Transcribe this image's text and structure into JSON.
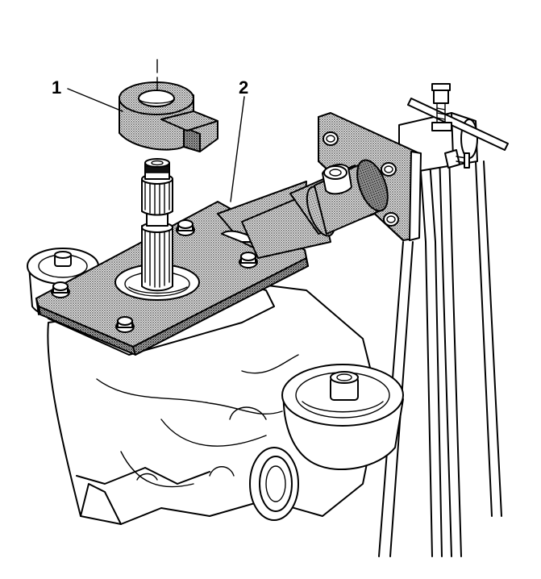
{
  "callouts": [
    {
      "id": "1",
      "label": "1"
    },
    {
      "id": "2",
      "label": "2"
    }
  ],
  "colors": {
    "line": "#000000",
    "background": "#ffffff",
    "shading": "#8c8c8c"
  }
}
